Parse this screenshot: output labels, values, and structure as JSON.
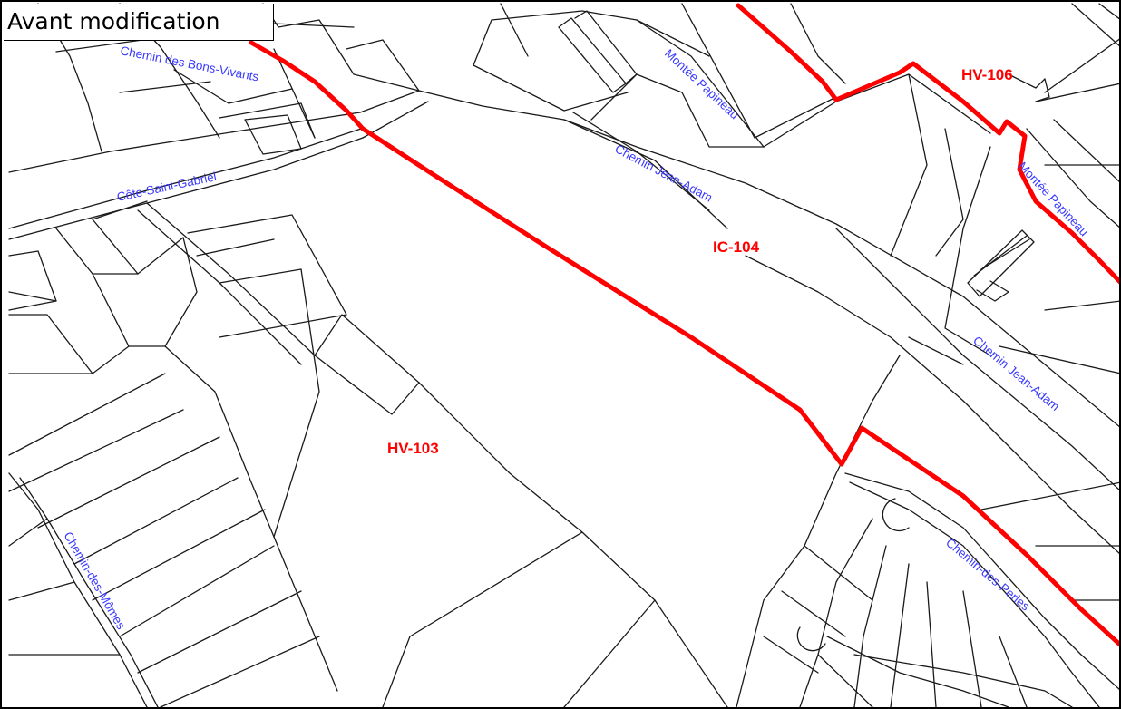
{
  "map": {
    "title": "Avant modification",
    "colors": {
      "parcel_line": "#1a1a1a",
      "zone_boundary": "#ff0000",
      "street_label": "#3a3aff",
      "zone_label": "#ff0000",
      "background": "#ffffff"
    },
    "zones": [
      {
        "id": "zone-hv-103",
        "label": "HV-103"
      },
      {
        "id": "zone-ic-104",
        "label": "IC-104"
      },
      {
        "id": "zone-hv-106",
        "label": "HV-106"
      }
    ],
    "streets": [
      {
        "id": "chemin-des-bons-vivants",
        "label": "Chemin des Bons-Vivants"
      },
      {
        "id": "cote-saint-gabriel",
        "label": "Côte-Saint-Gabriel"
      },
      {
        "id": "montee-papineau-north",
        "label": "Montée Papineau"
      },
      {
        "id": "chemin-jean-adam-north",
        "label": "Chemin Jean-Adam"
      },
      {
        "id": "montee-papineau-east",
        "label": "Montée Papineau"
      },
      {
        "id": "chemin-jean-adam-east",
        "label": "Chemin Jean-Adam"
      },
      {
        "id": "chemin-des-momes",
        "label": "Chemin-des-Mômes"
      },
      {
        "id": "chemin-des-perles",
        "label": "Chemin-des-Perles"
      }
    ]
  }
}
